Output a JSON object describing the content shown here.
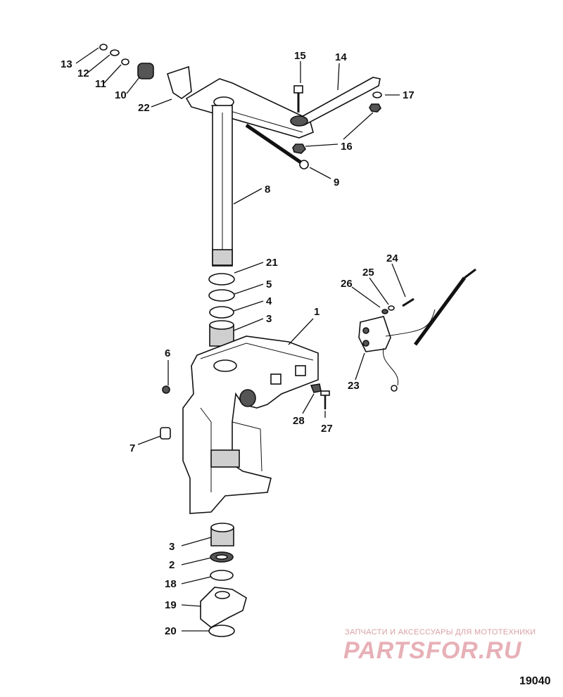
{
  "callouts": [
    "1",
    "2",
    "3",
    "3",
    "4",
    "5",
    "6",
    "7",
    "8",
    "9",
    "10",
    "11",
    "12",
    "13",
    "14",
    "15",
    "16",
    "16",
    "17",
    "18",
    "19",
    "20",
    "21",
    "22",
    "23",
    "24",
    "25",
    "26",
    "27",
    "28"
  ],
  "watermark": {
    "caption": "ЗАПЧАСТИ И АКСЕССУАРЫ ДЛЯ МОТОТЕХНИКИ",
    "logo": "PARTSFOR.RU"
  },
  "figure_number": "19040"
}
